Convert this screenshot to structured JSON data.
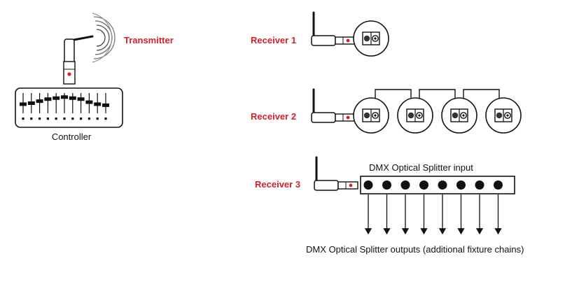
{
  "labels": {
    "transmitter": "Transmitter",
    "controller": "Controller",
    "receiver1": "Receiver 1",
    "receiver2": "Receiver 2",
    "receiver3": "Receiver 3",
    "splitter_input": "DMX Optical Splitter input",
    "splitter_outputs": "DMX Optical Splitter outputs (additional fixture chains)"
  },
  "colors": {
    "accent": "#d4202a",
    "ink": "#111111"
  },
  "controller": {
    "fader_levels": [
      0.45,
      0.5,
      0.6,
      0.7,
      0.75,
      0.8,
      0.75,
      0.7,
      0.55,
      0.45,
      0.4
    ]
  },
  "receiver2": {
    "fixture_count": 4
  },
  "splitter": {
    "output_count": 8
  }
}
